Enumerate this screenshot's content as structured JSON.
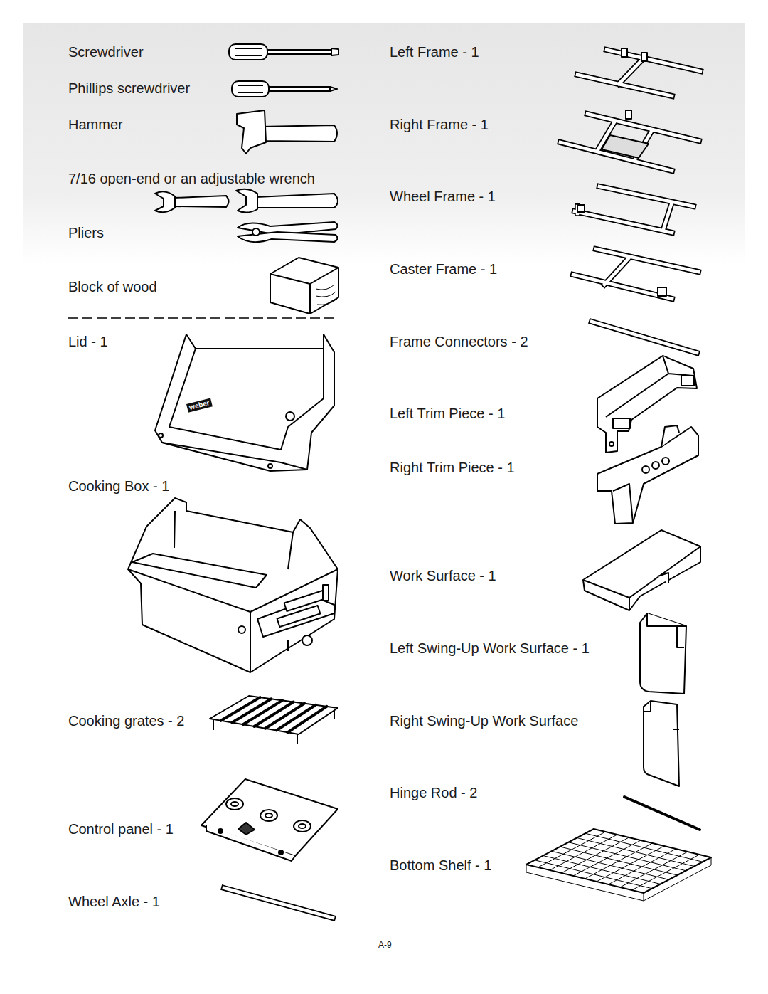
{
  "diagram": {
    "labels": [
      "Screwdriver",
      "Phillips screwdriver",
      "Hammer",
      "7/16 open-end or an adjustable wrench",
      "Pliers",
      "Block of wood",
      "Lid - 1",
      "Cooking Box - 1",
      "Cooking grates - 2",
      "Control panel - 1",
      "Wheel Axle - 1",
      "Left Frame - 1",
      "Right Frame - 1",
      "Wheel Frame - 1",
      "Caster Frame - 1",
      "Frame Connectors - 2",
      "Left Trim Piece - 1",
      "Right Trim Piece - 1",
      "Work Surface - 1",
      "Left Swing-Up Work Surface - 1",
      "Right Swing-Up Work Surface",
      "Hinge Rod - 2",
      "Bottom Shelf - 1",
      "A-9",
      "weber"
    ]
  }
}
